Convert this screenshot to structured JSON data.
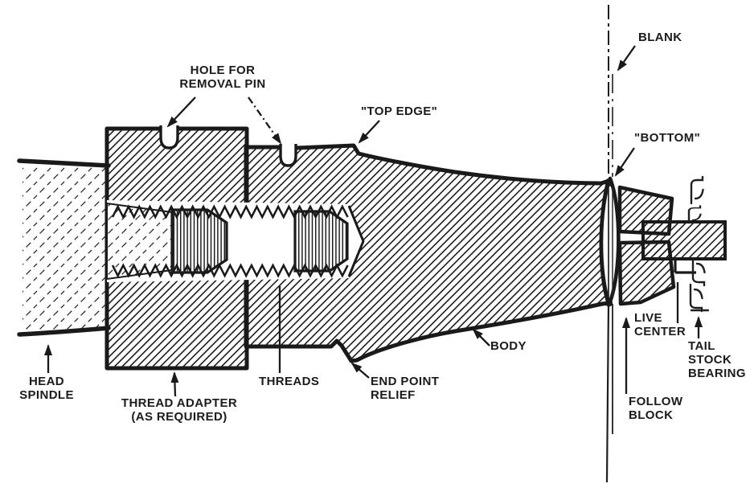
{
  "diagram": {
    "background_color": "#ffffff",
    "ink_color": "#1a1a1a",
    "labels": {
      "hole_for_removal_pin": "HOLE FOR\nREMOVAL PIN",
      "top_edge": "\"TOP EDGE\"",
      "blank": "BLANK",
      "bottom": "\"BOTTOM\"",
      "body": "BODY",
      "threads": "THREADS",
      "end_point_relief": "END POINT\nRELIEF",
      "head_spindle": "HEAD\nSPINDLE",
      "thread_adapter": "THREAD ADAPTER\n(AS REQUIRED)",
      "live_center": "LIVE\nCENTER",
      "tail_stock_bearing": "TAIL\nSTOCK\nBEARING",
      "follow_block": "FOLLOW\nBLOCK"
    }
  }
}
